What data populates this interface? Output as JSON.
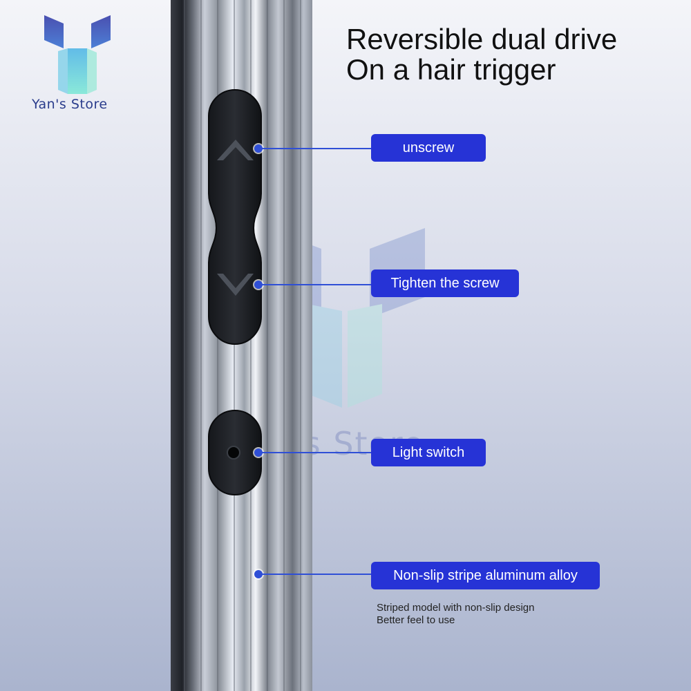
{
  "brand": {
    "name": "Yan's Store",
    "watermark": "Yan's Store"
  },
  "headline": {
    "line1": "Reversible dual drive",
    "line2": "On a hair trigger"
  },
  "callouts": [
    {
      "label": "unscrew"
    },
    {
      "label": "Tighten the screw"
    },
    {
      "label": "Light switch"
    },
    {
      "label": "Non-slip stripe aluminum alloy"
    }
  ],
  "caption": {
    "line1": "Striped model with non-slip design",
    "line2": "Better feel to use"
  },
  "colors": {
    "accent": "#2633d6",
    "leader": "#2f4fd6",
    "brand": "#2a3c8c"
  },
  "icons": [
    "store-logo-icon",
    "arrow-up-icon",
    "arrow-down-icon",
    "light-switch-dot-icon"
  ]
}
